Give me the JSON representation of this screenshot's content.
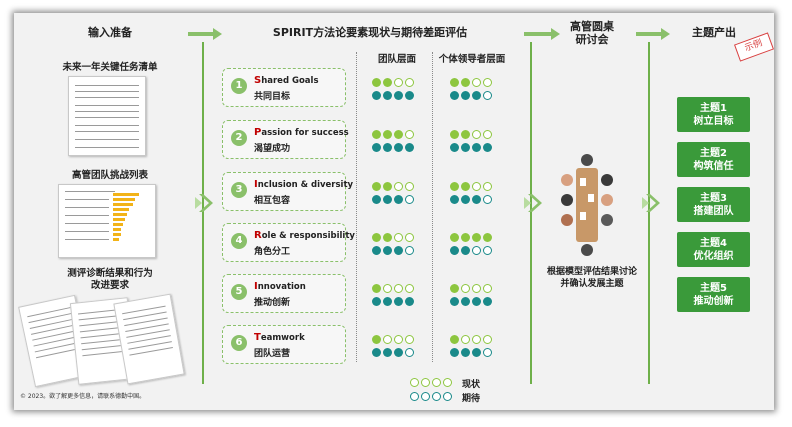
{
  "headers": {
    "input": "输入准备",
    "spirit": "SPIRIT方法论要素现状与期待差距评估",
    "seminar_line1": "高管圆桌",
    "seminar_line2": "研讨会",
    "output": "主题产出"
  },
  "inputs": [
    {
      "label": "未来一年关键任务清单"
    },
    {
      "label": "高管团队挑战列表"
    },
    {
      "label_line1": "测评诊断结果和行为",
      "label_line2": "改进要求"
    }
  ],
  "col_headers": {
    "team": "团队层面",
    "individual": "个体领导者层面"
  },
  "spirit_items": [
    {
      "num": "1",
      "cap": "S",
      "en_rest": "hared Goals",
      "zh": "共同目标",
      "team_current": 2,
      "team_expected": 4,
      "ind_current": 2,
      "ind_expected": 3
    },
    {
      "num": "2",
      "cap": "P",
      "en_rest": "assion for success",
      "zh": "渴望成功",
      "team_current": 3,
      "team_expected": 4,
      "ind_current": 2,
      "ind_expected": 4
    },
    {
      "num": "3",
      "cap": "I",
      "en_rest": "nclusion & diversity",
      "zh": "相互包容",
      "team_current": 2,
      "team_expected": 3,
      "ind_current": 2,
      "ind_expected": 3
    },
    {
      "num": "4",
      "cap": "R",
      "en_rest": "ole & responsibility",
      "zh": "角色分工",
      "team_current": 2,
      "team_expected": 3,
      "ind_current": 4,
      "ind_expected": 2
    },
    {
      "num": "5",
      "cap": "I",
      "en_rest": "nnovation",
      "zh": "推动创新",
      "team_current": 1,
      "team_expected": 4,
      "ind_current": 1,
      "ind_expected": 4
    },
    {
      "num": "6",
      "cap": "T",
      "en_rest": "eamwork",
      "zh": "团队运营",
      "team_current": 1,
      "team_expected": 3,
      "ind_current": 1,
      "ind_expected": 3
    }
  ],
  "seminar_caption_line1": "根据模型评估结果讨论",
  "seminar_caption_line2": "并确认发展主题",
  "themes": [
    {
      "line1": "主题1",
      "line2": "树立目标"
    },
    {
      "line1": "主题2",
      "line2": "构筑信任"
    },
    {
      "line1": "主题3",
      "line2": "搭建团队"
    },
    {
      "line1": "主题4",
      "line2": "优化组织"
    },
    {
      "line1": "主题5",
      "line2": "推动创新"
    }
  ],
  "stamp": "示例",
  "legend": {
    "current": "现状",
    "expected": "期待"
  },
  "footer": "© 2023。欲了解更多信息，请联系德勤中国。",
  "colors": {
    "accent_green": "#8ac06a",
    "current_dot": "#8dc63f",
    "expected_dot": "#1a8a8a",
    "theme_green": "#3a9a3a",
    "stamp_red": "#d84040"
  }
}
